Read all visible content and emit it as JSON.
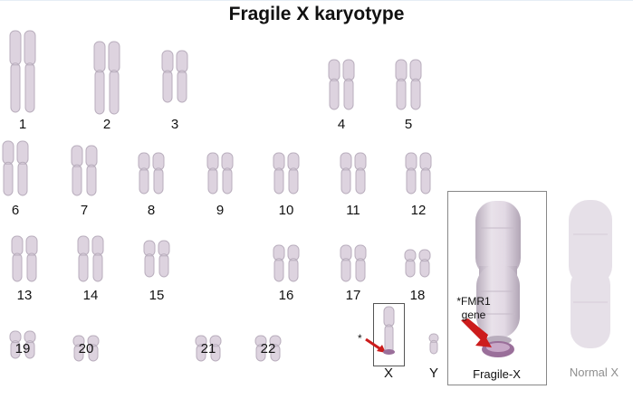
{
  "title": "Fragile X karyotype",
  "chromosome_labels": [
    "1",
    "2",
    "3",
    "4",
    "5",
    "6",
    "7",
    "8",
    "9",
    "10",
    "11",
    "12",
    "13",
    "14",
    "15",
    "16",
    "17",
    "18",
    "19",
    "20",
    "21",
    "22",
    "X",
    "Y"
  ],
  "fragile_panel": {
    "label": "Fragile-X",
    "annotation_line1": "*FMR1",
    "annotation_line2": "gene",
    "star_marker": "*"
  },
  "normal_label": "Normal X",
  "colors": {
    "chromosome_fill": "#ddd3df",
    "chromosome_shadow": "#b9aebd",
    "fragile_site": "#9a6f9a",
    "arrow": "#cc1c1c",
    "normal_label_color": "#8f8f8f"
  }
}
